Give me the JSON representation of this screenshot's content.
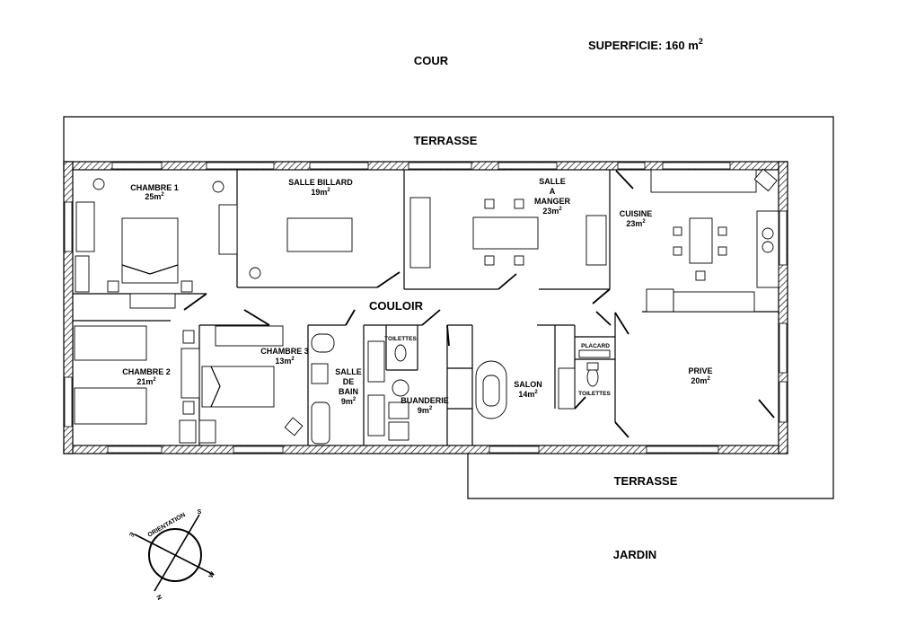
{
  "header": {
    "superficie_label": "SUPERFICIE: 160 m",
    "superficie_sup": "2"
  },
  "exterior": {
    "cour": "COUR",
    "terrasse_top": "TERRASSE",
    "terrasse_bottom": "TERRASSE",
    "jardin": "JARDIN"
  },
  "rooms": {
    "chambre1": {
      "name": "CHAMBRE 1",
      "area": "25m",
      "sup": "2"
    },
    "salle_billard": {
      "name": "SALLE BILLARD",
      "area": "19m",
      "sup": "2"
    },
    "salle_manger": {
      "name_lines": [
        "SALLE",
        "A",
        "MANGER"
      ],
      "area": "23m",
      "sup": "2"
    },
    "cuisine": {
      "name": "CUISINE",
      "area": "23m",
      "sup": "2"
    },
    "couloir": {
      "name": "COULOIR"
    },
    "chambre2": {
      "name": "CHAMBRE 2",
      "area": "21m",
      "sup": "2"
    },
    "chambre3": {
      "name": "CHAMBRE 3",
      "area": "13m",
      "sup": "2"
    },
    "salle_bain": {
      "name_lines": [
        "SALLE",
        "DE",
        "BAIN"
      ],
      "area": "9m",
      "sup": "2"
    },
    "toilettes1": {
      "name": "TOILETTES"
    },
    "buanderie": {
      "name": "BUANDERIE",
      "area": "9m",
      "sup": "2"
    },
    "salon": {
      "name": "SALON",
      "area": "14m",
      "sup": "2"
    },
    "placard": {
      "name": "PLACARD"
    },
    "toilettes2": {
      "name": "TOILETTES"
    },
    "prive": {
      "name": "PRIVE",
      "area": "20m",
      "sup": "2"
    }
  },
  "compass": {
    "title": "ORIENTATION",
    "s": "S",
    "n": "N",
    "e": "E",
    "w": "W"
  }
}
